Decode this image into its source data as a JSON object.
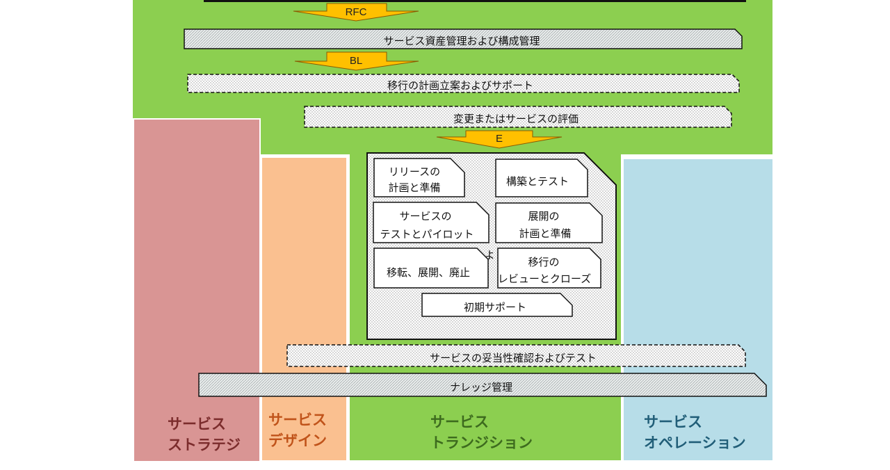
{
  "arrows": {
    "rfc": "RFC",
    "bl": "BL",
    "e": "E"
  },
  "bars": {
    "asset_config": "サービス資産管理および構成管理",
    "transition_planning": "移行の計画立案およびサポート",
    "change_evaluation": "変更またはサービスの評価",
    "validation_testing": "サービスの妥当性確認およびテスト",
    "knowledge": "ナレッジ管理"
  },
  "processes": {
    "release_planning": [
      "リリースの",
      "計画と準備"
    ],
    "build_test": [
      "構築とテスト"
    ],
    "service_test_pilot": [
      "サービスの",
      "テストとパイロット"
    ],
    "deploy_planning": [
      "展開の",
      "計画と準備"
    ],
    "transfer_deploy_retire": [
      "移転、展開、廃止"
    ],
    "review_close": [
      "移行の",
      "レビューとクローズ"
    ],
    "early_support": [
      "初期サポート"
    ],
    "fragment": "よ"
  },
  "columns": {
    "strategy": [
      "サービス",
      "ストラテジ"
    ],
    "design": [
      "サービス",
      "デザイン"
    ],
    "transition": [
      "サービス",
      "トランジション"
    ],
    "operation": [
      "サービス",
      "オペレーション"
    ]
  },
  "colors": {
    "transition_green": "#8ccf50",
    "strategy_pink": "#d99594",
    "design_orange": "#fac090",
    "operation_blue": "#b7dde8",
    "arrow_orange": "#ffc000",
    "strategy_text": "#7b2c2c",
    "design_text": "#c0531a",
    "transition_text": "#3d6b1e",
    "operation_text": "#215e78"
  }
}
